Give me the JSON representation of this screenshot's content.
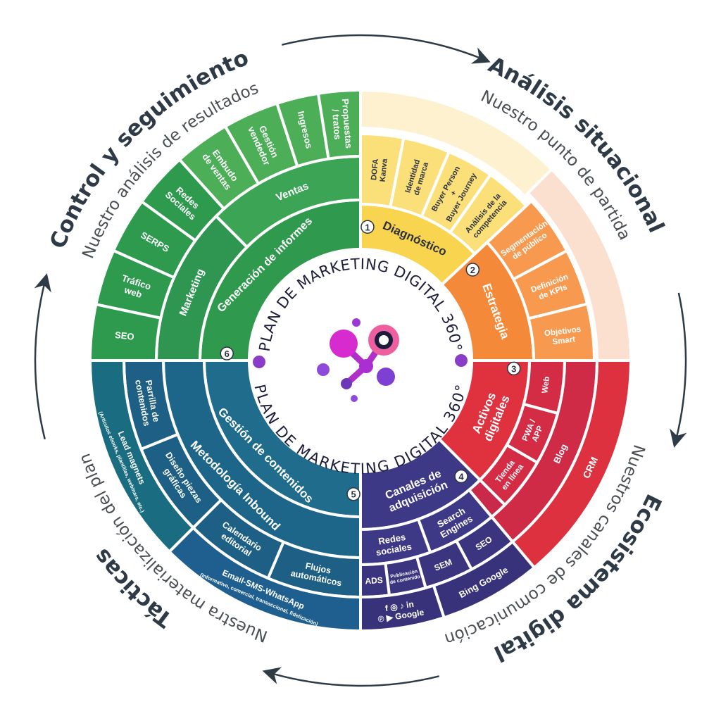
{
  "center_title": "PLAN DE MARKETING DIGITAL 360°",
  "colors": {
    "yellow": "#f8d44f",
    "yellow_light": "#fbe07a",
    "yellow_pale": "#fdf1cf",
    "orange": "#f5893a",
    "orange_pale": "#fbe0cf",
    "red": "#e0313f",
    "purple": "#3e3987",
    "blue": "#1f6c8c",
    "green": "#2f9a4d",
    "green_light": "#4cae57",
    "title_text": "#2e3b47"
  },
  "outer_titles": [
    {
      "title": "Análisis situacional",
      "subtitle": "Nuestro punto de partida"
    },
    {
      "title": "Ecosistema digital",
      "subtitle": "Nuestros canales de comunicación"
    },
    {
      "title": "Tácticas",
      "subtitle": "Nuestra materialización del plan"
    },
    {
      "title": "Control y seguimiento",
      "subtitle": "Nuestro análisis de resultados"
    }
  ],
  "sections": [
    {
      "number": "1",
      "label": "Diagnóstico",
      "color": "#f8d44f",
      "text_dark": true,
      "items": [
        "DOFA\nKanva",
        "Identidad\nde marca",
        "Buyer Person\n+\nBuyer Journey",
        "Análisis de la\ncompetencia"
      ]
    },
    {
      "number": "2",
      "label": "Estrategia",
      "color": "#f5893a",
      "items": [
        "Segmentación\nde público",
        "Definición\nde KPIs",
        "Objetivos\nSmart"
      ]
    },
    {
      "number": "3",
      "label": "Activos\ndigitales",
      "color": "#e0313f",
      "items": [
        "Web",
        "PWA /\nAPP",
        "Tienda\nen línea",
        "Blog",
        "CRM"
      ]
    },
    {
      "number": "4",
      "label": "Canales de\nadquisición",
      "color": "#3e3987",
      "items": [
        "Search\nEngines",
        "Redes\nsociales",
        "SEO",
        "SEM",
        "Publicación\nde contenido",
        "ADS",
        "Bing   Google",
        "f ◎ ♪ in\n℗ ▶ Google"
      ]
    },
    {
      "number": "5",
      "label": "Gestión de contenidos",
      "color": "#1f6c8c",
      "items": [
        "Metodología Inbound",
        "Flujos\nautomáticos",
        "Calendario\neditorial",
        "Diseño piezas\ngráficas",
        "Parrilla de\ncontenidos",
        "Email-SMS-WhatsApp\n(Informativo, comercial, transaccional, fidelización)",
        "Lead magnets\n(Artículos ebooks, plantillas, webinars, etc.)"
      ]
    },
    {
      "number": "6",
      "label": "Generación de informes",
      "color": "#2f9a4d",
      "items": [
        "Marketing",
        "Ventas",
        "SEO",
        "Tráfico\nweb",
        "SERPS",
        "Redes\nSociales",
        "Embudo\nde ventas",
        "Gestión\nvendedor",
        "Ingresos",
        "Propuestas\n/ tratos"
      ]
    }
  ]
}
